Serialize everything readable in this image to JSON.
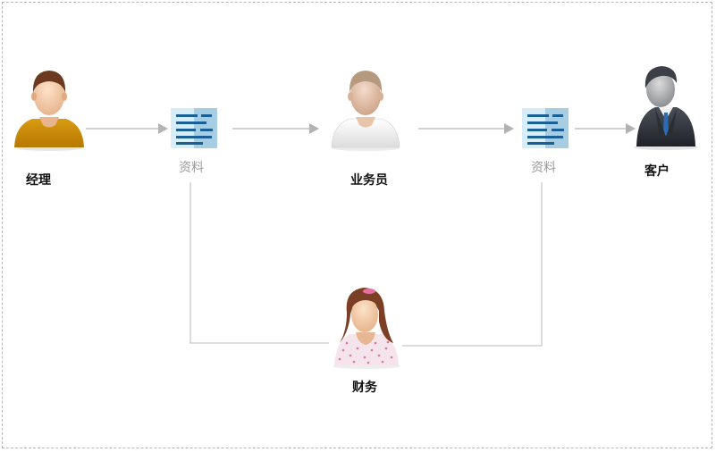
{
  "nodes": {
    "manager": {
      "label": "经理"
    },
    "salesperson": {
      "label": "业务员"
    },
    "customer": {
      "label": "客户"
    },
    "finance": {
      "label": "财务"
    }
  },
  "documents": {
    "doc1": {
      "label": "资料"
    },
    "doc2": {
      "label": "资料"
    }
  },
  "colors": {
    "arrow": "#b3b3b3",
    "line": "#b8b8b8",
    "doc_light": "#d7edf7",
    "doc_dark": "#1b5f97",
    "frame": "#b8b8b8"
  },
  "icons": {
    "manager": "person-orange-shirt-icon",
    "salesperson": "person-white-shirt-icon",
    "customer": "businessman-suit-icon",
    "finance": "woman-pink-dress-icon",
    "document": "document-lines-icon"
  }
}
